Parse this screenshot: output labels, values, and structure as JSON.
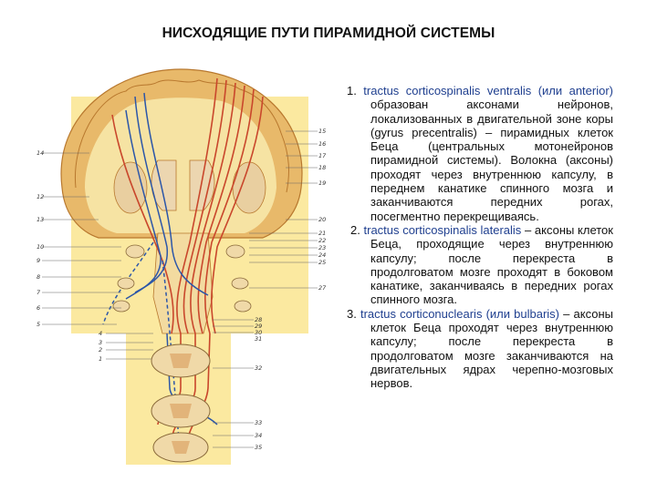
{
  "title": "НИСХОДЯЩИЕ ПУТИ ПИРАМИДНОЙ СИСТЕМЫ",
  "figure": {
    "labels_left": [
      "14",
      "12",
      "13",
      "10",
      "9",
      "8",
      "7",
      "6",
      "5",
      "4",
      "3",
      "2",
      "1"
    ],
    "labels_right": [
      "15",
      "16",
      "17",
      "18",
      "19",
      "20",
      "21",
      "22",
      "23",
      "24",
      "25",
      "27",
      "28",
      "29",
      "30",
      "31",
      "32",
      "33",
      "34",
      "35"
    ],
    "colors": {
      "pathway_red": "#c9472c",
      "pathway_blue": "#2c56a8",
      "cortex": "#e8b96a",
      "background": "#fbe9a0",
      "wm": "#f6e3a3"
    }
  },
  "paragraphs": [
    {
      "num": "1.",
      "latin": "tractus corticospinalis ventralis (или anterior)",
      "rest": " образован аксонами нейронов, локализованных в двигательной зоне коры (gyrus precentralis) – пирамидных клеток Беца (центральных мотонейронов пирамидной системы). Волокна (аксоны) проходят через внутреннюю капсулу, в переднем канатике спинного мозга и заканчиваются передних рогах, посегментно перекрещиваясь."
    },
    {
      "num": "2.",
      "latin": "tractus corticospinalis lateralis",
      "rest": " – аксоны клеток Беца, проходящие через внутреннюю капсулу; после перекреста в продолговатом мозге проходят в боковом канатике, заканчиваясь в передних рогах спинного мозга."
    },
    {
      "num": "3.",
      "latin": "tractus corticonuclearis (или bulbaris)",
      "rest": " – аксоны клеток Беца проходят через внутреннюю капсулу; после перекреста в продолговатом мозге заканчиваются на двигательных ядрах черепно-мозговых нервов."
    }
  ]
}
